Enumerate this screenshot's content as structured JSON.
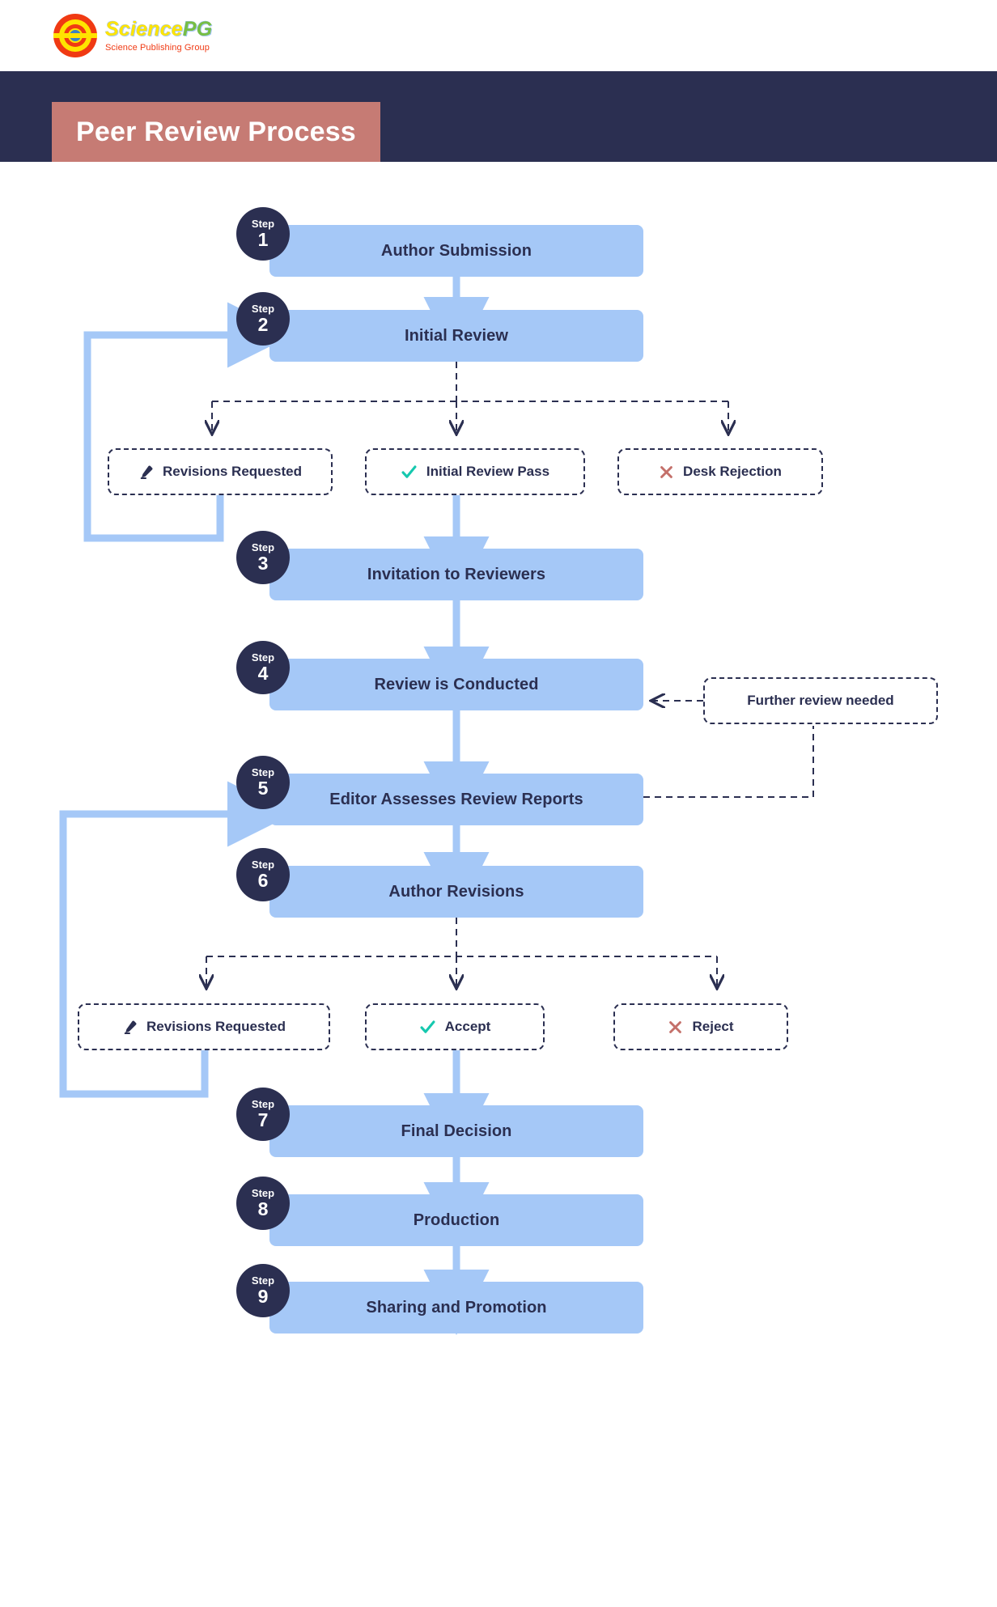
{
  "brand": {
    "name_part1": "Science",
    "name_part2": "PG",
    "tagline": "Science Publishing Group",
    "logo_icon": "sciencepg-logo-icon"
  },
  "header": {
    "title": "Peer Review Process",
    "band_color": "#2B2F51",
    "plate_color": "#C67B74"
  },
  "colors": {
    "step_box": "#A5C8F7",
    "step_badge": "#2B2F51",
    "text_dark": "#2B2F51",
    "accent_check": "#15C8AE",
    "accent_reject": "#C67B74",
    "arrow_solid": "#A5C8F7",
    "arrow_dashed": "#2B2F51"
  },
  "step_word": "Step",
  "steps": [
    {
      "num": "1",
      "label": "Author Submission"
    },
    {
      "num": "2",
      "label": "Initial Review"
    },
    {
      "num": "3",
      "label": "Invitation to Reviewers"
    },
    {
      "num": "4",
      "label": "Review is Conducted"
    },
    {
      "num": "5",
      "label": "Editor Assesses Review Reports"
    },
    {
      "num": "6",
      "label": "Author Revisions"
    },
    {
      "num": "7",
      "label": "Final Decision"
    },
    {
      "num": "8",
      "label": "Production"
    },
    {
      "num": "9",
      "label": "Sharing and Promotion"
    }
  ],
  "decisions_row1": [
    {
      "label": "Revisions Requested",
      "icon": "pencil-icon"
    },
    {
      "label": "Initial Review Pass",
      "icon": "check-icon"
    },
    {
      "label": "Desk Rejection",
      "icon": "cross-icon"
    }
  ],
  "decisions_row2": [
    {
      "label": "Revisions Requested",
      "icon": "pencil-icon"
    },
    {
      "label": "Accept",
      "icon": "check-icon"
    },
    {
      "label": "Reject",
      "icon": "cross-icon"
    }
  ],
  "side_note": {
    "label": "Further review needed"
  }
}
